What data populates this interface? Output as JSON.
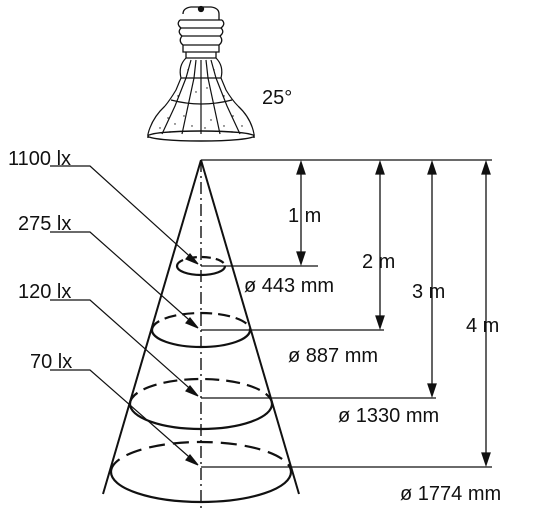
{
  "lamp": {
    "beam_angle": "25°"
  },
  "levels": [
    {
      "illuminance": "1100 lx",
      "distance": "1 m",
      "diameter": "ø 443 mm"
    },
    {
      "illuminance": "275 lx",
      "distance": "2 m",
      "diameter": "ø 887 mm"
    },
    {
      "illuminance": "120 lx",
      "distance": "3 m",
      "diameter": "ø 1330 mm"
    },
    {
      "illuminance": "70 lx",
      "distance": "4 m",
      "diameter": "ø 1774 mm"
    }
  ],
  "colors": {
    "ink": "#111111",
    "background": "#ffffff"
  },
  "icons": {
    "lamp": "par-reflector-lamp-icon"
  }
}
